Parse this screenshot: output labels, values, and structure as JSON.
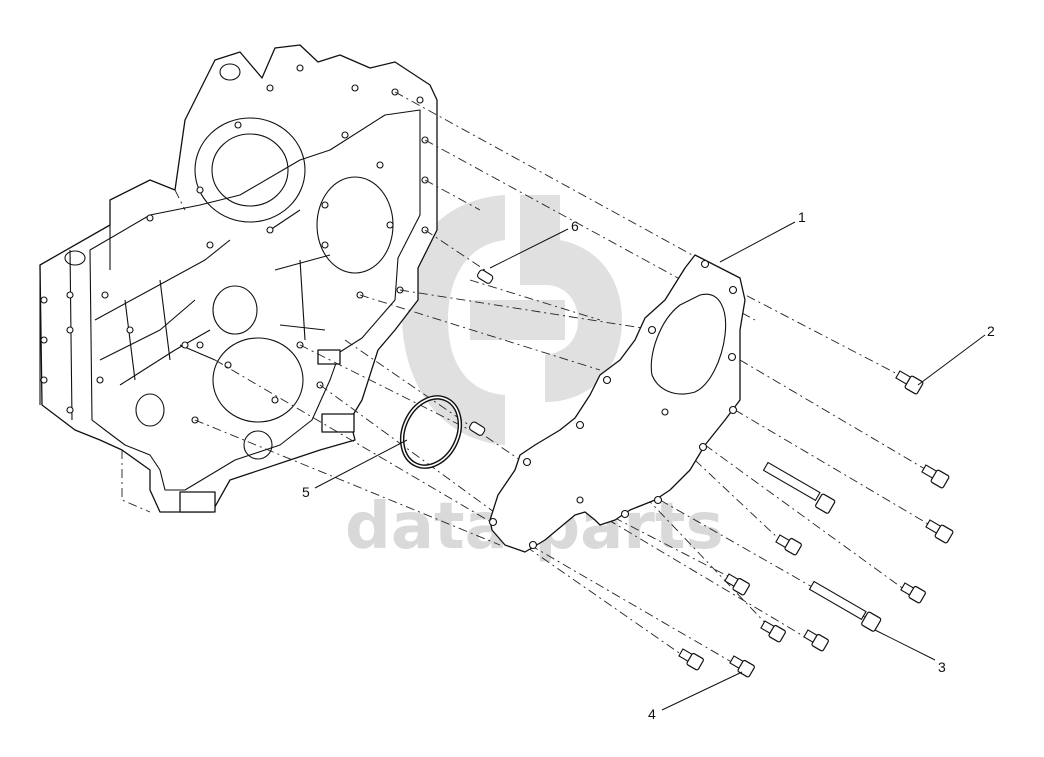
{
  "watermark": {
    "text": "data-parts",
    "color": "#d0d0d0"
  },
  "callouts": [
    {
      "id": "1",
      "label": "1"
    },
    {
      "id": "2",
      "label": "2"
    },
    {
      "id": "3",
      "label": "3"
    },
    {
      "id": "4",
      "label": "4"
    },
    {
      "id": "5",
      "label": "5"
    },
    {
      "id": "6",
      "label": "6"
    }
  ]
}
